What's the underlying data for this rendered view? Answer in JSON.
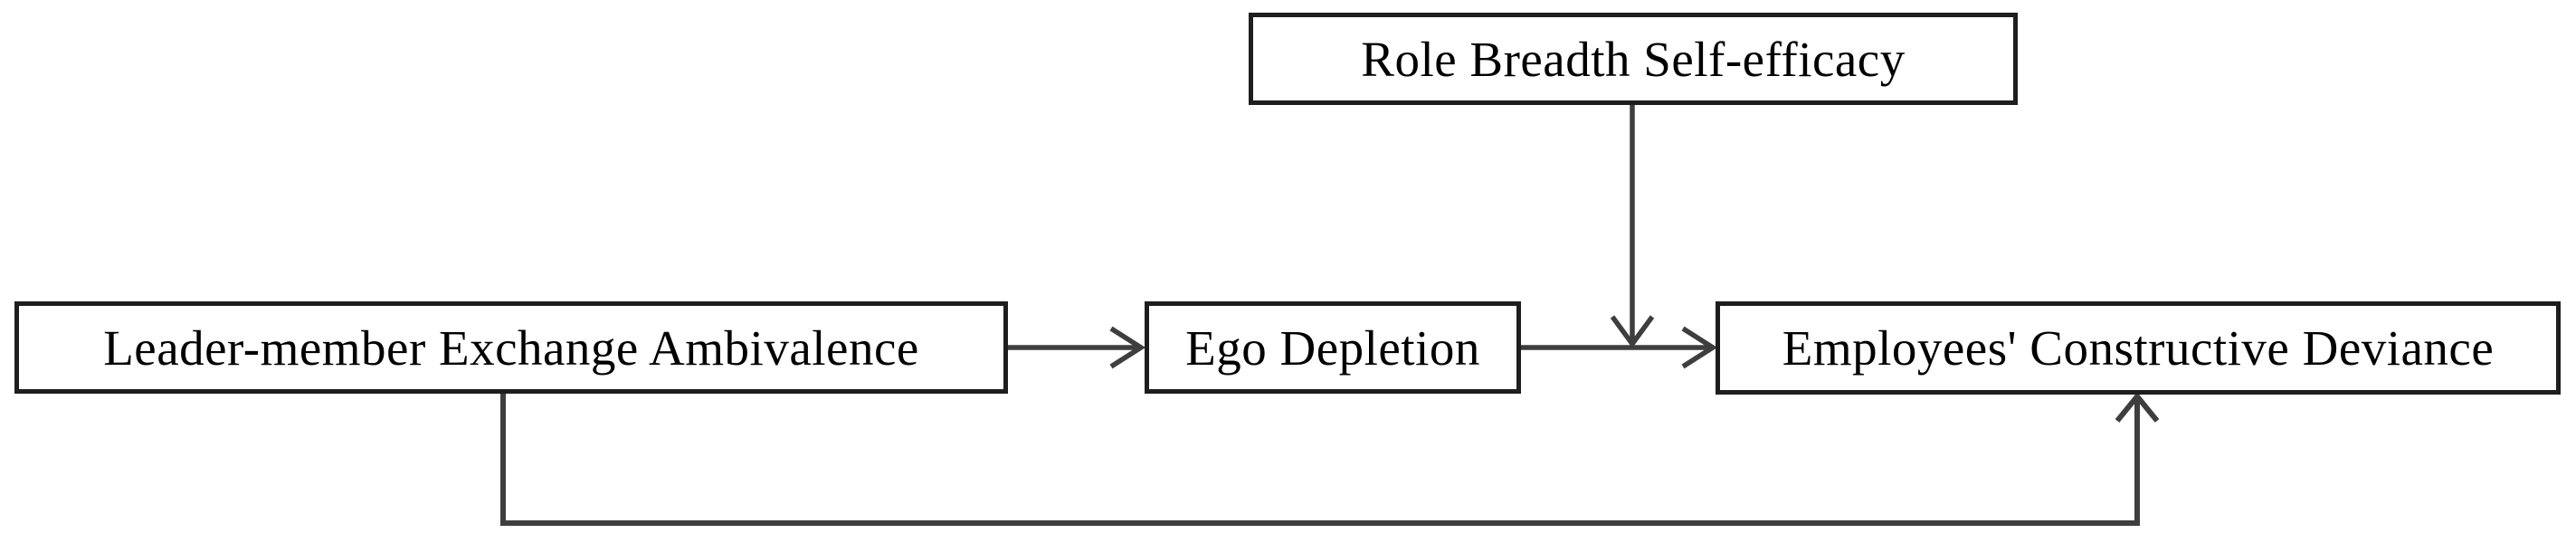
{
  "diagram": {
    "type": "conceptual-model-path-diagram",
    "colors": {
      "background": "#ffffff",
      "box_fill": "#ffffff",
      "box_border": "#1e1e1e",
      "arrow": "#3e3e3e",
      "text": "#000000"
    },
    "nodes": [
      {
        "id": "role-breadth-self-efficacy",
        "label": "Role Breadth Self-efficacy"
      },
      {
        "id": "leader-member-exchange-ambivalence",
        "label": "Leader-member Exchange Ambivalence"
      },
      {
        "id": "ego-depletion",
        "label": "Ego Depletion"
      },
      {
        "id": "employees-constructive-deviance",
        "label": "Employees' Constructive Deviance"
      }
    ],
    "edges": [
      {
        "from": "leader-member-exchange-ambivalence",
        "to": "ego-depletion",
        "style": "arrow"
      },
      {
        "from": "ego-depletion",
        "to": "employees-constructive-deviance",
        "style": "arrow"
      },
      {
        "from": "role-breadth-self-efficacy",
        "to": "link: ego-depletion -> employees-constructive-deviance",
        "style": "moderation-arrow-down"
      },
      {
        "from": "leader-member-exchange-ambivalence",
        "to": "employees-constructive-deviance",
        "style": "direct-path-bottom-arrow"
      }
    ]
  }
}
